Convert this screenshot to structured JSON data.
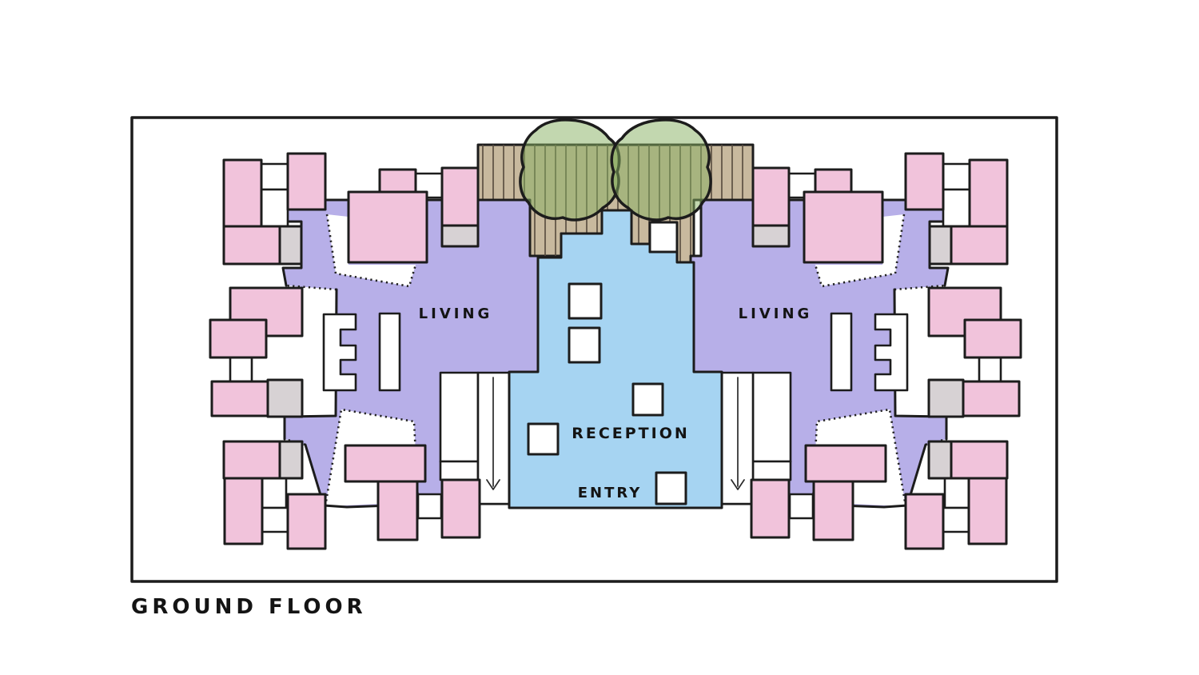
{
  "page": {
    "floor_label": "GROUND FLOOR"
  },
  "plan": {
    "living_left": "LIVING",
    "living_right": "LIVING",
    "reception": "RECEPTION",
    "entry": "ENTRY"
  },
  "colors": {
    "outline": "#1c1c1c",
    "pink": "#f1c3db",
    "purple": "#b7afe8",
    "blue": "#a6d4f2",
    "gray": "#d7d2d4",
    "deck": "#c8b99e",
    "plank-line": "#55493c",
    "tree": "#86af5f",
    "zipper": "#232323"
  }
}
